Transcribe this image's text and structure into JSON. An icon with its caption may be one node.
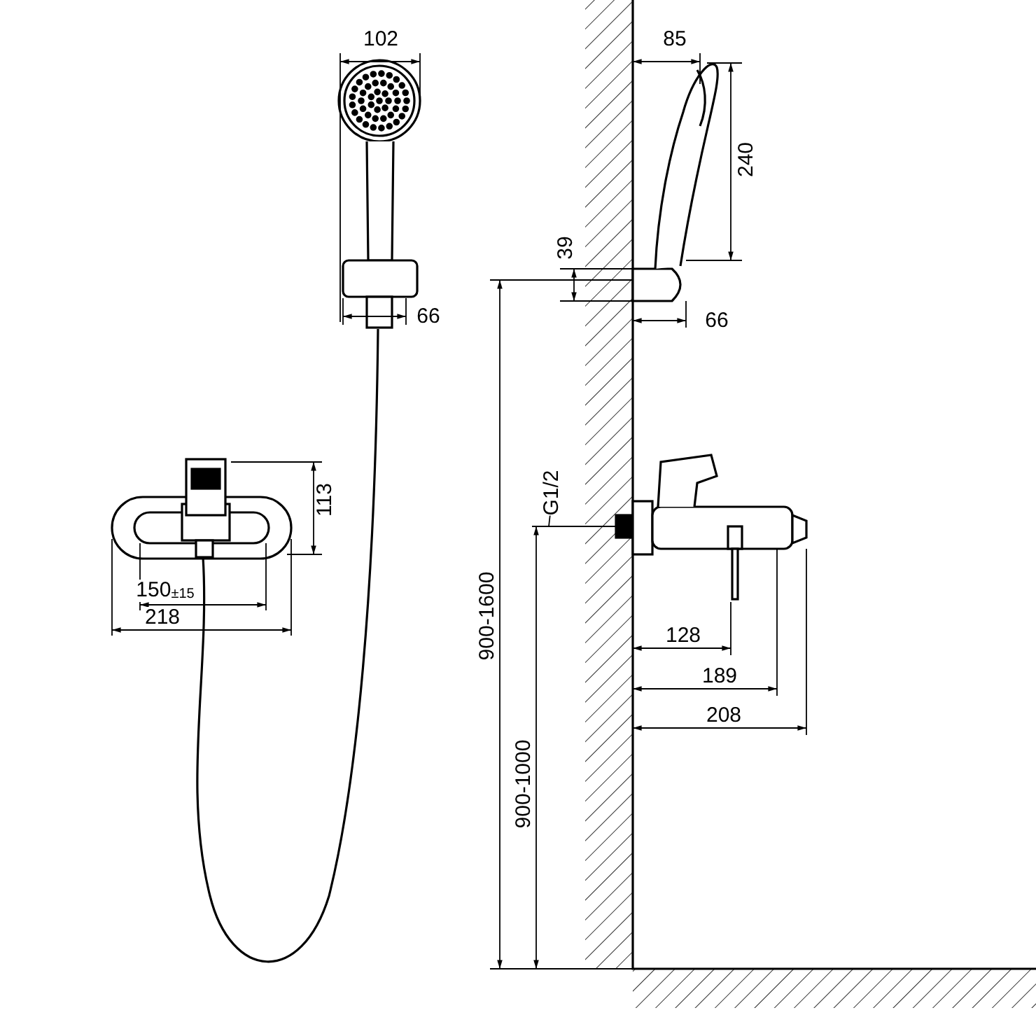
{
  "diagram": {
    "labels": [
      "102",
      "85",
      "240",
      "39",
      "66",
      "66",
      "G1/2",
      "113",
      "900-1600",
      "150$_{±15}$",
      "218",
      "128",
      "189",
      "900-1000",
      "208"
    ]
  }
}
